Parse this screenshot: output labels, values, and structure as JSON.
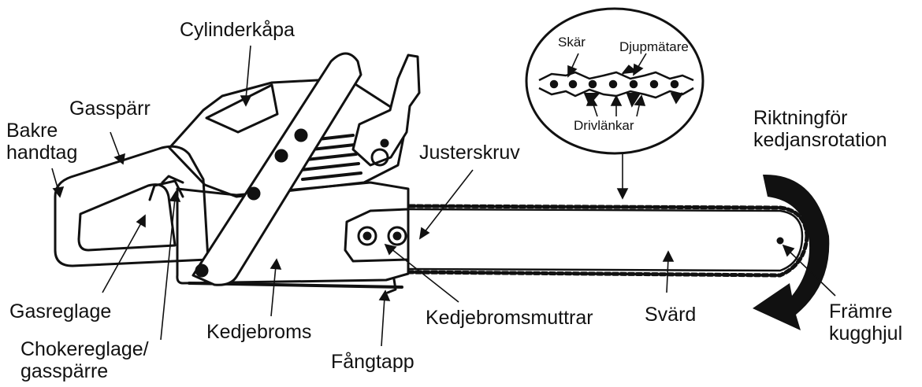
{
  "labels": {
    "cylinder_cover": "Cylinderkåpa",
    "throttle_lock": "Gasspärr",
    "rear_handle": [
      "Bakre",
      "handtag"
    ],
    "throttle_trigger": "Gasreglage",
    "choke": [
      "Chokereglage/",
      "gasspärre"
    ],
    "chain_brake": "Kedjebroms",
    "chain_catcher": "Fångtapp",
    "adjusting_screw": "Justerskruv",
    "chain_brake_nuts": "Kedjebromsmuttrar",
    "bar": "Svärd",
    "rotation_direction": [
      "Riktningför",
      "kedjansrotation"
    ],
    "front_sprocket": [
      "Främre",
      "kugghjul"
    ],
    "cutter": "Skär",
    "depth_gauge": "Djupmätare",
    "drive_links": "Drivlänkar"
  },
  "colors": {
    "ink": "#111111",
    "paper": "#ffffff",
    "shade": "#bdbdbd"
  }
}
